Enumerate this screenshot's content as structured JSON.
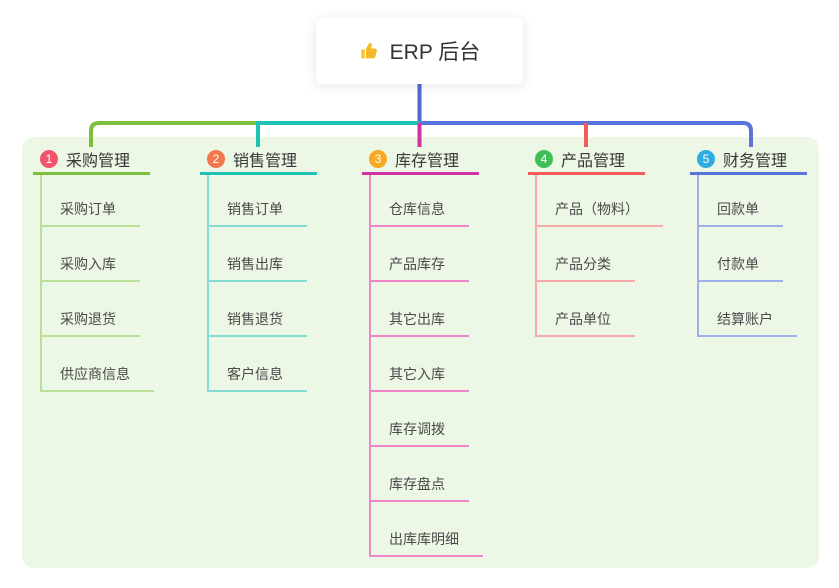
{
  "root": {
    "title": "ERP 后台",
    "icon": "thumbs-up-icon"
  },
  "colors": {
    "panel_bg": "#ecf7e6",
    "root_line": "#5267cf",
    "canvas_bg": "#ffffff",
    "node_text": "#383838",
    "child_text": "#4a4a4a"
  },
  "branches": [
    {
      "badge": "1",
      "title": "采购管理",
      "color": "#7ebf3e",
      "light": "#b9e098",
      "badge_color": "#f1556c",
      "children": [
        "采购订单",
        "采购入库",
        "采购退货",
        "供应商信息"
      ]
    },
    {
      "badge": "2",
      "title": "销售管理",
      "color": "#1ec3b6",
      "light": "#84ddd2",
      "badge_color": "#f3774d",
      "children": [
        "销售订单",
        "销售出库",
        "销售退货",
        "客户信息"
      ]
    },
    {
      "badge": "3",
      "title": "库存管理",
      "color": "#d233a3",
      "light": "#ef86c9",
      "badge_color": "#f7a824",
      "children": [
        "仓库信息",
        "产品库存",
        "其它出库",
        "其它入库",
        "库存调拨",
        "库存盘点",
        "出库库明细"
      ]
    },
    {
      "badge": "4",
      "title": "产品管理",
      "color": "#f15b5b",
      "light": "#f8a9a9",
      "badge_color": "#3fbe58",
      "children": [
        "产品（物料）",
        "产品分类",
        "产品单位"
      ]
    },
    {
      "badge": "5",
      "title": "财务管理",
      "color": "#5974dc",
      "light": "#9db1e8",
      "badge_color": "#2fabe1",
      "children": [
        "回款单",
        "付款单",
        "结算账户"
      ]
    }
  ]
}
